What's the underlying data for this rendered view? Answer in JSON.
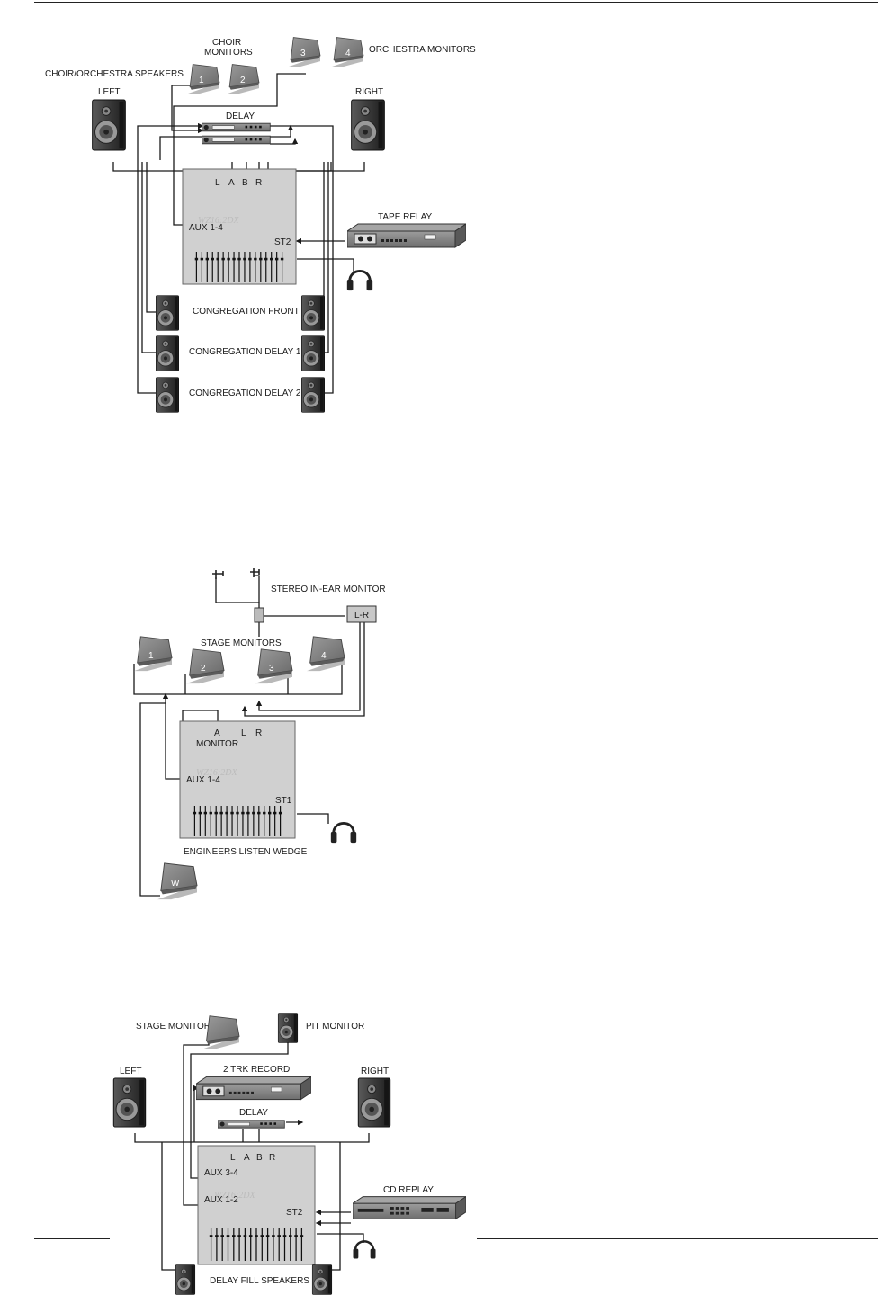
{
  "diagram1": {
    "choir_monitors": "CHOIR\nMONITORS",
    "orchestra_monitors": "ORCHESTRA MONITORS",
    "choir_orchestra_speakers": "CHOIR/ORCHESTRA SPEAKERS",
    "left": "LEFT",
    "right": "RIGHT",
    "delay": "DELAY",
    "mixer_logo": "WZ16:2DX",
    "outputs": [
      "L",
      "A",
      "B",
      "R"
    ],
    "aux": "AUX 1-4",
    "st2": "ST2",
    "tape_relay": "TAPE RELAY",
    "congregation_front": "CONGREGATION FRONT",
    "congregation_delay_1": "CONGREGATION DELAY 1",
    "congregation_delay_2": "CONGREGATION DELAY 2",
    "wedge_numbers": [
      "1",
      "2",
      "3",
      "4"
    ]
  },
  "diagram2": {
    "stereo_in_ear": "STEREO IN-EAR MONITOR",
    "lr_box": "L-R",
    "stage_monitors": "STAGE MONITORS",
    "wedge_numbers": [
      "1",
      "2",
      "3",
      "4"
    ],
    "a": "A",
    "l": "L",
    "r": "R",
    "monitor": "MONITOR",
    "mixer_logo": "WZ16:2DX",
    "aux": "AUX 1-4",
    "st1": "ST1",
    "engineers_wedge": "ENGINEERS LISTEN WEDGE",
    "w": "W"
  },
  "diagram3": {
    "stage_monitor": "STAGE MONITOR",
    "pit_monitor": "PIT MONITOR",
    "left": "LEFT",
    "right": "RIGHT",
    "two_trk_record": "2 TRK RECORD",
    "delay": "DELAY",
    "outputs": [
      "L",
      "A",
      "B",
      "R"
    ],
    "aux34": "AUX 3-4",
    "aux12": "AUX 1-2",
    "mixer_logo": "WZ16:2DX",
    "cd_replay": "CD REPLAY",
    "st2": "ST2",
    "delay_fill": "DELAY FILL SPEAKERS"
  }
}
